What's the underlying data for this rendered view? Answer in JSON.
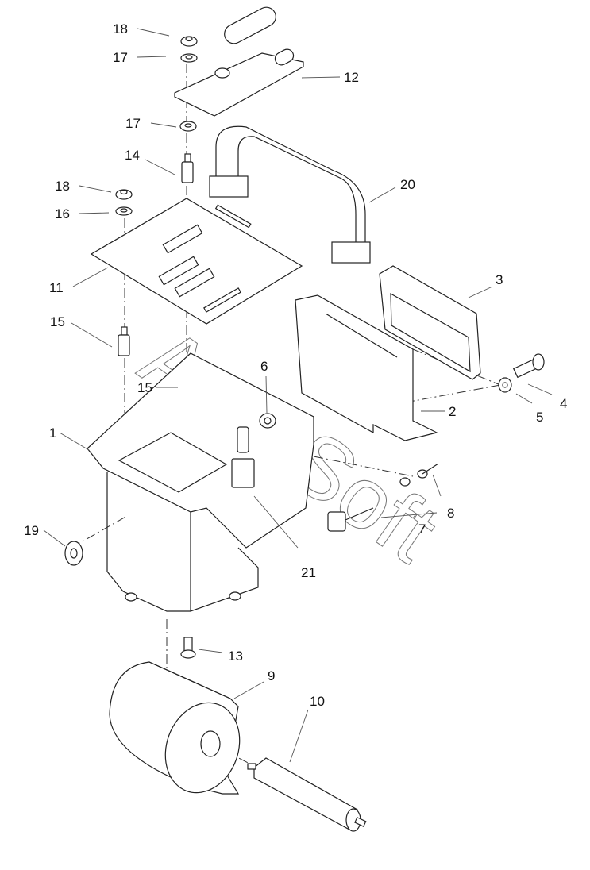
{
  "diagram": {
    "type": "exploded-parts-view",
    "watermark": "AutoSoft",
    "callouts": [
      {
        "id": "c18a",
        "label": "18",
        "part": "nut"
      },
      {
        "id": "c17a",
        "label": "17",
        "part": "washer"
      },
      {
        "id": "c12",
        "label": "12",
        "part": "power-board"
      },
      {
        "id": "c17b",
        "label": "17",
        "part": "washer"
      },
      {
        "id": "c14",
        "label": "14",
        "part": "standoff"
      },
      {
        "id": "c20",
        "label": "20",
        "part": "ribbon-cable"
      },
      {
        "id": "c18b",
        "label": "18",
        "part": "nut"
      },
      {
        "id": "c16",
        "label": "16",
        "part": "washer"
      },
      {
        "id": "c11",
        "label": "11",
        "part": "main-board"
      },
      {
        "id": "c3",
        "label": "3",
        "part": "paper-guide"
      },
      {
        "id": "c15a",
        "label": "15",
        "part": "standoff"
      },
      {
        "id": "c6",
        "label": "6",
        "part": "nut"
      },
      {
        "id": "c15b",
        "label": "15",
        "part": "standoff"
      },
      {
        "id": "c4",
        "label": "4",
        "part": "screw"
      },
      {
        "id": "c5",
        "label": "5",
        "part": "washer"
      },
      {
        "id": "c2",
        "label": "2",
        "part": "printer-mechanism-bracket"
      },
      {
        "id": "c1",
        "label": "1",
        "part": "chassis"
      },
      {
        "id": "c8",
        "label": "8",
        "part": "nut"
      },
      {
        "id": "c7",
        "label": "7",
        "part": "switch"
      },
      {
        "id": "c19",
        "label": "19",
        "part": "grommet"
      },
      {
        "id": "c21",
        "label": "21",
        "part": "connector"
      },
      {
        "id": "c13",
        "label": "13",
        "part": "screw"
      },
      {
        "id": "c9",
        "label": "9",
        "part": "paper-roll"
      },
      {
        "id": "c10",
        "label": "10",
        "part": "spindle"
      }
    ]
  }
}
